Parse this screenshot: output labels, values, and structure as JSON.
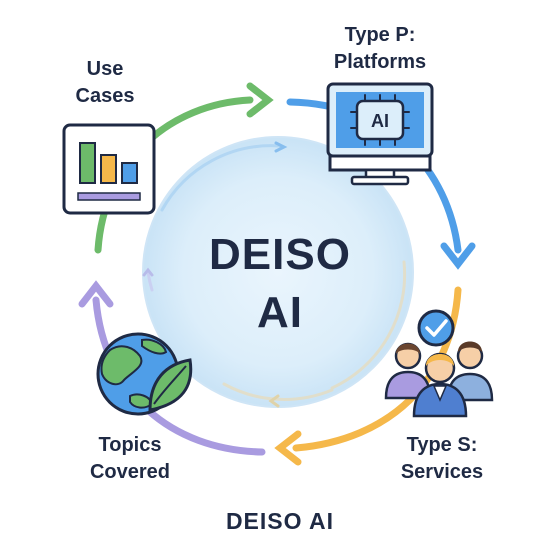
{
  "center": {
    "line1": "DEISO",
    "line2": "AI"
  },
  "footer": {
    "title": "DEISO AI"
  },
  "nodes": {
    "use_cases": {
      "line1": "Use",
      "line2": "Cases",
      "icon": "bar-chart-icon"
    },
    "platforms": {
      "line1": "Type P:",
      "line2": "Platforms",
      "icon": "ai-monitor-icon",
      "screen_text": "AI"
    },
    "services": {
      "line1": "Type S:",
      "line2": "Services",
      "icon": "team-check-icon"
    },
    "topics": {
      "line1": "Topics",
      "line2": "Covered",
      "icon": "globe-leaf-icon"
    }
  },
  "colors": {
    "green": "#6dbb6a",
    "blue": "#4f9ee8",
    "orange": "#f5b84a",
    "purple": "#a99be0",
    "navy": "#1f2a44",
    "circle_fill": "#dceefa"
  }
}
